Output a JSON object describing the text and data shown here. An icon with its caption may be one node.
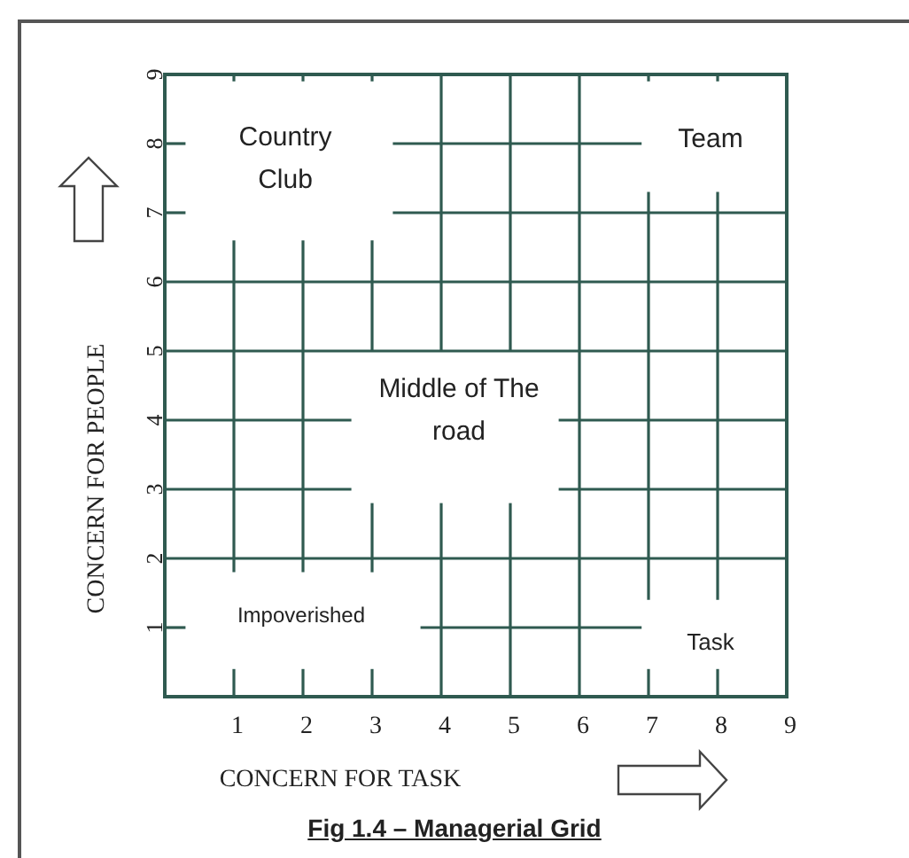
{
  "diagram": {
    "caption": "Fig 1.4 – Managerial Grid",
    "labels": [
      "9",
      "8",
      "7",
      "6",
      "5",
      "4",
      "3",
      "2",
      "1",
      "Country Club",
      "Team",
      "CONCERN FOR PEOPLE",
      "Middle of The road",
      "Impoverished",
      "Task",
      "1",
      "2",
      "3",
      "4",
      "5",
      "6",
      "7",
      "8",
      "9",
      "CONCERN FOR TASK"
    ]
  }
}
